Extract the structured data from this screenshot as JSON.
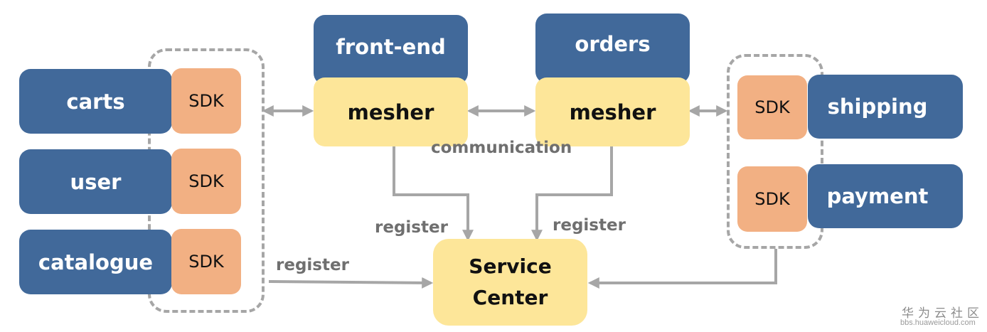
{
  "services": {
    "carts": "carts",
    "user": "user",
    "catalogue": "catalogue",
    "front_end": "front-end",
    "orders": "orders",
    "shipping": "shipping",
    "payment": "payment"
  },
  "sdk_label": "SDK",
  "mesher_label": "mesher",
  "service_center": {
    "line1": "Service",
    "line2": "Center"
  },
  "labels": {
    "communication": "communication",
    "register": "register"
  },
  "watermark": {
    "brand": "华为云社区",
    "url": "bbs.huaweicloud.com"
  },
  "colors": {
    "service": "#41699a",
    "sdk": "#f2b083",
    "mesher": "#fde699",
    "connector": "#a6a6a6",
    "label": "#6f6f6f"
  }
}
